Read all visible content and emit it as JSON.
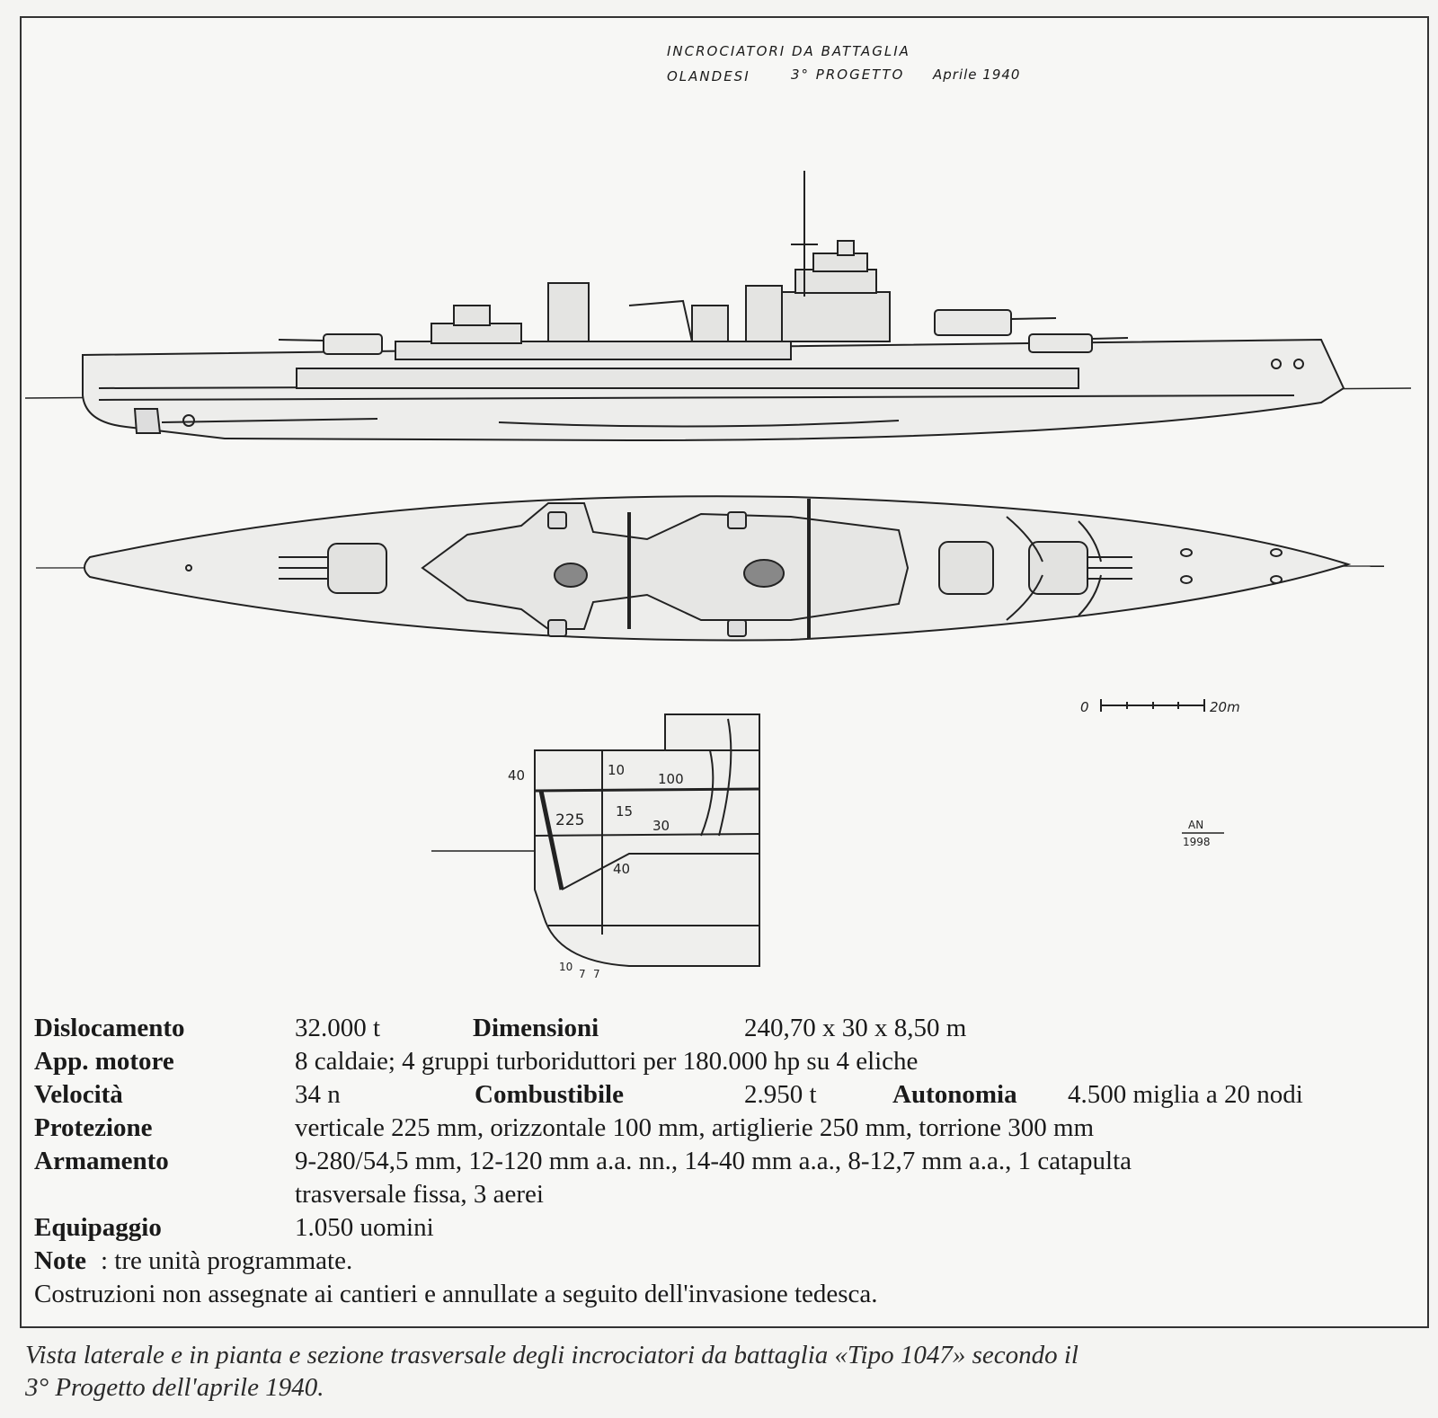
{
  "header": {
    "line1": "INCROCIATORI DA BATTAGLIA",
    "line2a": "OLANDESI",
    "line2b": "3° PROGETTO",
    "line2c": "Aprile 1940"
  },
  "scale_bar": {
    "start": "0",
    "end": "20m"
  },
  "section_labels": {
    "l40a": "40",
    "l10": "10",
    "l100": "100",
    "l225": "225",
    "l15": "15",
    "l30": "30",
    "l40b": "40",
    "l10b": "10",
    "l7a": "7",
    "l7b": "7"
  },
  "signature": {
    "initials": "AN",
    "year": "1998"
  },
  "specs": {
    "dislocamento_label": "Dislocamento",
    "dislocamento_value": "32.000 t",
    "dimensioni_label": "Dimensioni",
    "dimensioni_value": "240,70 x 30 x 8,50 m",
    "motore_label": "App. motore",
    "motore_value": "8 caldaie; 4 gruppi turboriduttori per 180.000 hp su 4 eliche",
    "velocita_label": "Velocità",
    "velocita_value": "34 n",
    "combustibile_label": "Combustibile",
    "combustibile_value": "2.950 t",
    "autonomia_label": "Autonomia",
    "autonomia_value": "4.500 miglia a 20 nodi",
    "protezione_label": "Protezione",
    "protezione_value": "verticale 225 mm, orizzontale 100 mm, artiglierie 250 mm, torrione 300 mm",
    "armamento_label": "Armamento",
    "armamento_value1": "9-280/54,5 mm, 12-120 mm a.a. nn., 14-40 mm a.a., 8-12,7 mm a.a., 1 catapulta",
    "armamento_value2": "trasversale fissa, 3 aerei",
    "equipaggio_label": "Equipaggio",
    "equipaggio_value": "1.050 uomini",
    "note_label": "Note",
    "note_value": ": tre unità programmate.",
    "note_value2": "Costruzioni non assegnate ai cantieri e annullate a seguito dell'invasione tedesca."
  },
  "caption": {
    "line1": "Vista laterale e in pianta e sezione trasversale degli incrociatori da battaglia «Tipo 1047» secondo il",
    "line2": "3° Progetto dell'aprile 1940."
  }
}
